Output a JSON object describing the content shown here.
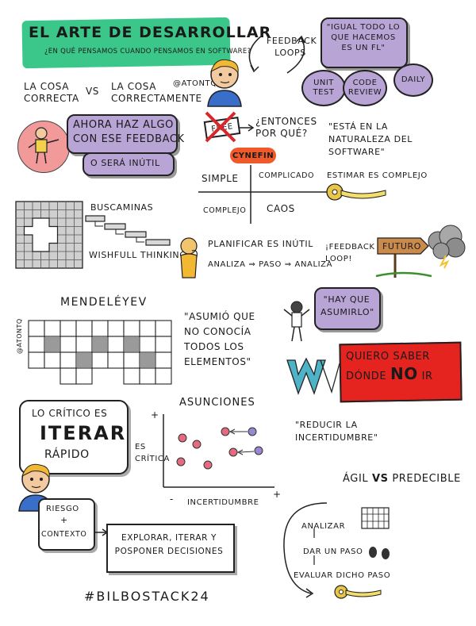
{
  "title": {
    "main": "EL ARTE DE DESARROLLAR",
    "subtitle": "¿EN QUÉ PENSAMOS CUANDO PENSAMOS EN SOFTWARE?",
    "color": "#3cc78a"
  },
  "handle": "@ATONTQ",
  "versus": {
    "left": "LA COSA CORRECTA",
    "vs": "VS",
    "right": "LA COSA CORRECTAMENTE"
  },
  "feedback_loops": {
    "label": "FEEDBACK LOOPS",
    "quote": "\"IGUAL TODO LO QUE HACEMOS ES UN FL\"",
    "bubbles": [
      "UNIT TEST",
      "CODE REVIEW",
      "DAILY"
    ]
  },
  "now_do": {
    "line1": "AHORA HAZ ALGO",
    "line2": "CON ESE FEEDBACK",
    "line3": "O SERÁ INÚTIL"
  },
  "free": {
    "stamp": "FREE",
    "question": "¿ENTONCES POR QUÉ?",
    "quote": "\"ESTÁ EN LA NATURALEZA DEL SOFTWARE\""
  },
  "cynefin": {
    "title": "CYNEFIN",
    "simple": "SIMPLE",
    "complicated": "COMPLICADO",
    "complex": "COMPLEJO",
    "chaos": "CAOS",
    "title_color": "#f05a2a"
  },
  "estimate": "ESTIMAR ES COMPLEJO",
  "minesweeper": "BUSCAMINAS",
  "wishful": "WISHFULL THINKING",
  "planning": {
    "useless": "PLANIFICAR ES INÚTIL",
    "cycle": "ANALIZA ⇒ PASO ⇒ ANALIZA",
    "feedback": "¡FEEDBACK LOOP!",
    "future_sign": "FUTURO"
  },
  "mendeleyev": {
    "name": "MENDELÉYEV",
    "quote": "\"ASUMIÓ QUE NO CONOCÍA TODOS LOS ELEMENTOS\"",
    "handle_vertical": "@ATONTQ"
  },
  "assume": "\"HAY QUE ASUMIRLO\"",
  "want_know": {
    "line1": "QUIERO SABER",
    "line2a": "DÓNDE",
    "line2b": "NO",
    "line2c": "IR",
    "color": "#e52420"
  },
  "critical": {
    "line1": "LO CRÍTICO ES",
    "line2": "ITERAR",
    "line3": "RÁPIDO"
  },
  "assumptions": {
    "title": "ASUNCIONES",
    "ylabel": "ES CRÍTICA",
    "xlabel": "INCERTIDUMBRE",
    "plus": "+",
    "minus": "-",
    "dot_color": "#e46a7f",
    "moved_dot_color": "#9b86d1"
  },
  "reduce": "\"REDUCIR LA INCERTIDUMBRE\"",
  "agile": {
    "agil": "ÁGIL",
    "vs": "VS",
    "predictable": "PREDECIBLE"
  },
  "risk": {
    "line1": "RIESGO",
    "plus": "+",
    "line2": "CONTEXTO"
  },
  "explore": "EXPLORAR, ITERAR Y POSPONER DECISIONES",
  "steps": {
    "analyze": "ANALIZAR",
    "step": "DAR UN PASO",
    "evaluate": "EVALUAR DICHO PASO"
  },
  "hashtag": "#BILBOSTACK24"
}
